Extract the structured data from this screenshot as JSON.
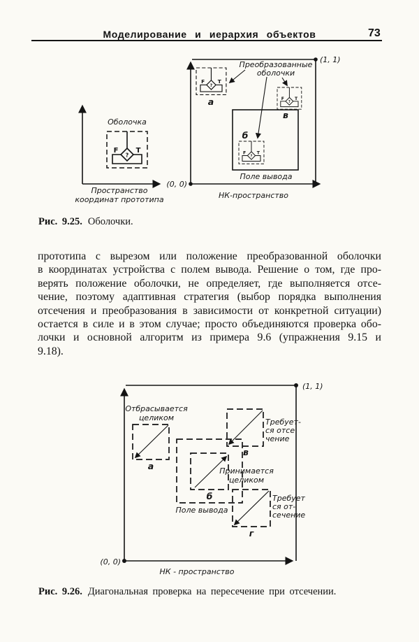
{
  "header": {
    "title": "Моделирование  и  иерархия  объектов",
    "page_number": "73"
  },
  "fig925": {
    "caption_label": "Рис. 9.25.",
    "caption_text": "Оболочки.",
    "left": {
      "shell_label": "Оболочка",
      "axis_caption": [
        "Пространство",
        "координат прототипа"
      ]
    },
    "right": {
      "corner_tr": "(1, 1)",
      "corner_bl": "(0, 0)",
      "space_label": "НК-пространство",
      "transformed_label": [
        "Преобразованные",
        "оболочки"
      ],
      "output_field_label": "Поле вывода",
      "items": {
        "a": "а",
        "b": "б",
        "v": "в"
      }
    },
    "glyph": {
      "f": "F",
      "q": "?",
      "t": "T"
    }
  },
  "body": {
    "lines": [
      "прототипа с вырезом или положение преобразованной оболочки",
      "в координатах устройства с полем вывода. Решение о том, где про-",
      "верять положение оболочки, не определяет, где выполняется отсе-",
      "чение, поэтому адаптивная стратегия (выбор порядка выполнения",
      "отсечения и преобразования в зависимости от конкретной ситуации)",
      "остается в силе и в этом случае; просто объединяются проверка обо-",
      "лочки и основной алгоритм из примера 9.6 (упражнения 9.15 и",
      "9.18)."
    ]
  },
  "fig926": {
    "caption_label": "Рис. 9.26.",
    "caption_text": "Диагональная проверка на пересечение при отсечении.",
    "corner_tr": "(1, 1)",
    "corner_bl": "(0, 0)",
    "space_label": "НК - пространство",
    "reject_label": [
      "Отбрасывается",
      "целиком"
    ],
    "accept_label": [
      "Принимается",
      "целиком"
    ],
    "clip_label_top": [
      "Требует-",
      "ся отсе",
      "чение"
    ],
    "clip_label_bottom": [
      "Требует",
      "ся от-",
      "сечение"
    ],
    "output_field_label": "Поле вывода",
    "items": {
      "a": "а",
      "b": "б",
      "v": "в",
      "g": "г"
    }
  }
}
